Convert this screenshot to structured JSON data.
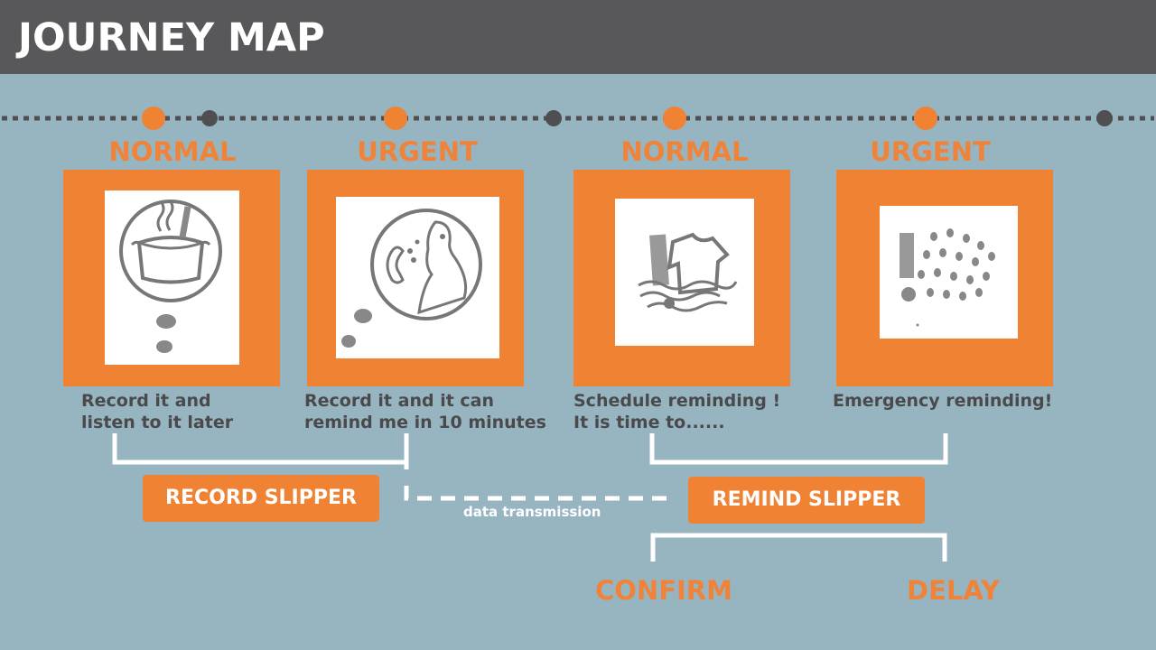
{
  "header": {
    "title": "JOURNEY MAP"
  },
  "stages": [
    {
      "label": "NORMAL",
      "icon": "pot-thought-icon",
      "description_lines": [
        "Record it and",
        "listen to it later"
      ]
    },
    {
      "label": "URGENT",
      "icon": "phone-person-thought-icon",
      "description_lines": [
        "Record it and it can",
        "remind me in 10 minutes"
      ]
    },
    {
      "label": "NORMAL",
      "icon": "clothes-washing-icon",
      "description_lines": [
        "Schedule reminding !",
        "It is time to......"
      ]
    },
    {
      "label": "URGENT",
      "icon": "exclamation-rain-icon",
      "description_lines": [
        "Emergency reminding!"
      ]
    }
  ],
  "devices": {
    "record": "RECORD SLIPPER",
    "remind": "REMIND SLIPPER",
    "link_label": "data transmission"
  },
  "actions": {
    "confirm": "CONFIRM",
    "delay": "DELAY"
  },
  "colors": {
    "accent": "#f08234",
    "background": "#97b5c1",
    "header": "#58585a",
    "text": "#4a4a4c",
    "dot": "#4f4f51"
  }
}
